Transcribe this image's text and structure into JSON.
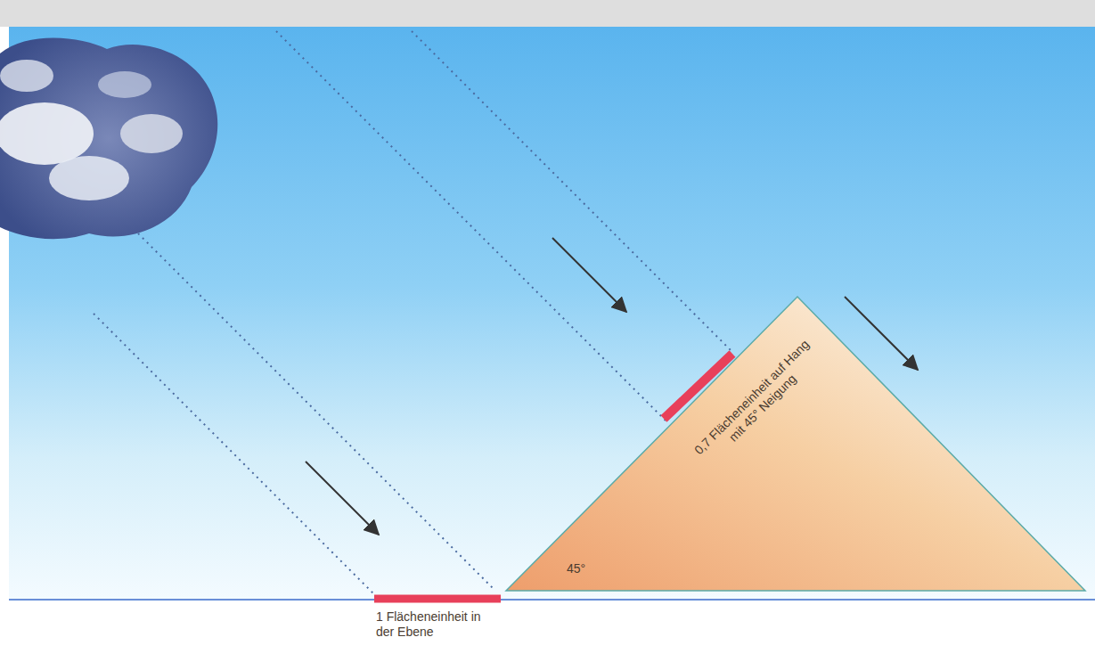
{
  "diagram": {
    "labels": [
      "0,7 Flächeneinheit auf Hang mit 45° Neigung",
      "1 Flächeneinheit in der Ebene",
      "45°"
    ]
  }
}
